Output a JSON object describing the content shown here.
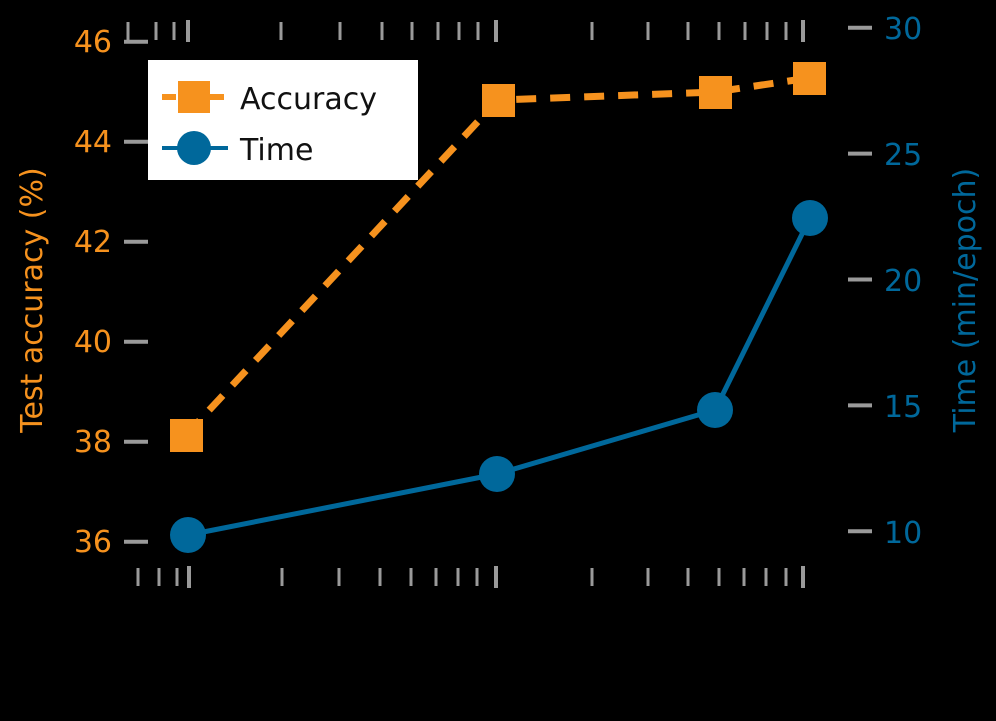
{
  "chart_data": {
    "type": "line",
    "title": "",
    "xlabel": "",
    "x_scale": "log",
    "x": [
      1,
      2,
      3,
      4
    ],
    "series": [
      {
        "name": "Accuracy",
        "axis": "left",
        "color": "#F6921E",
        "marker": "square",
        "linestyle": "dashed",
        "values": [
          38.1,
          44.8,
          45.0,
          45.3
        ]
      },
      {
        "name": "Time",
        "axis": "right",
        "color": "#00689B",
        "marker": "circle",
        "linestyle": "solid",
        "values": [
          10.0,
          12.5,
          14.8,
          22.5
        ]
      }
    ],
    "left_axis": {
      "label": "Test accuracy (%)",
      "color": "#F6921E",
      "ticks": [
        36,
        38,
        40,
        42,
        44,
        46
      ],
      "tick_labels": [
        "36",
        "38",
        "40",
        "42",
        "44",
        "46"
      ],
      "ylim": [
        35.0,
        46.2
      ]
    },
    "right_axis": {
      "label": "Time (min/epoch)",
      "color": "#00689B",
      "ticks": [
        10,
        15,
        20,
        25,
        30
      ],
      "tick_labels": [
        "10",
        "15",
        "20",
        "25",
        "30"
      ],
      "ylim": [
        6.2,
        31.0
      ]
    },
    "legend": {
      "position": "upper left",
      "entries": [
        "Accuracy",
        "Time"
      ],
      "background": "#FFFFFF"
    },
    "grid": false,
    "background": "#000000"
  },
  "labels": {
    "left_axis_title": "Test accuracy (%)",
    "right_axis_title": "Time (min/epoch)",
    "legend_accuracy": "Accuracy",
    "legend_time": "Time",
    "y_left_36": "36",
    "y_left_38": "38",
    "y_left_40": "40",
    "y_left_42": "42",
    "y_left_44": "44",
    "y_left_46": "46",
    "y_right_10": "10",
    "y_right_15": "15",
    "y_right_20": "20",
    "y_right_25": "25",
    "y_right_30": "30"
  },
  "colors": {
    "accent_orange": "#F6921E",
    "accent_blue": "#00689B",
    "tick_gray": "#9A9A9A",
    "background": "#000000",
    "legend_bg": "#FFFFFF"
  }
}
